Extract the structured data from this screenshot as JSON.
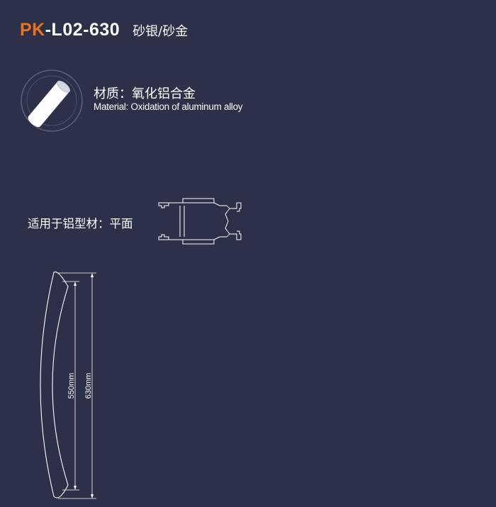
{
  "product": {
    "code_prefix": "PK",
    "code_rest": "-L02-630",
    "finish": "砂银/砂金"
  },
  "material": {
    "label_cn": "材质：氧化铝合金",
    "label_en": "Material: Oxidation of aluminum alloy",
    "icon": "aluminum-rod-icon"
  },
  "profile": {
    "label": "适用于铝型材：平面",
    "icon": "aluminum-profile-section-icon"
  },
  "dimensions": {
    "inner_length": "550mm",
    "outer_length": "630mm"
  },
  "colors": {
    "background": "#2c3149",
    "accent": "#e8731b",
    "text": "#ffffff"
  }
}
